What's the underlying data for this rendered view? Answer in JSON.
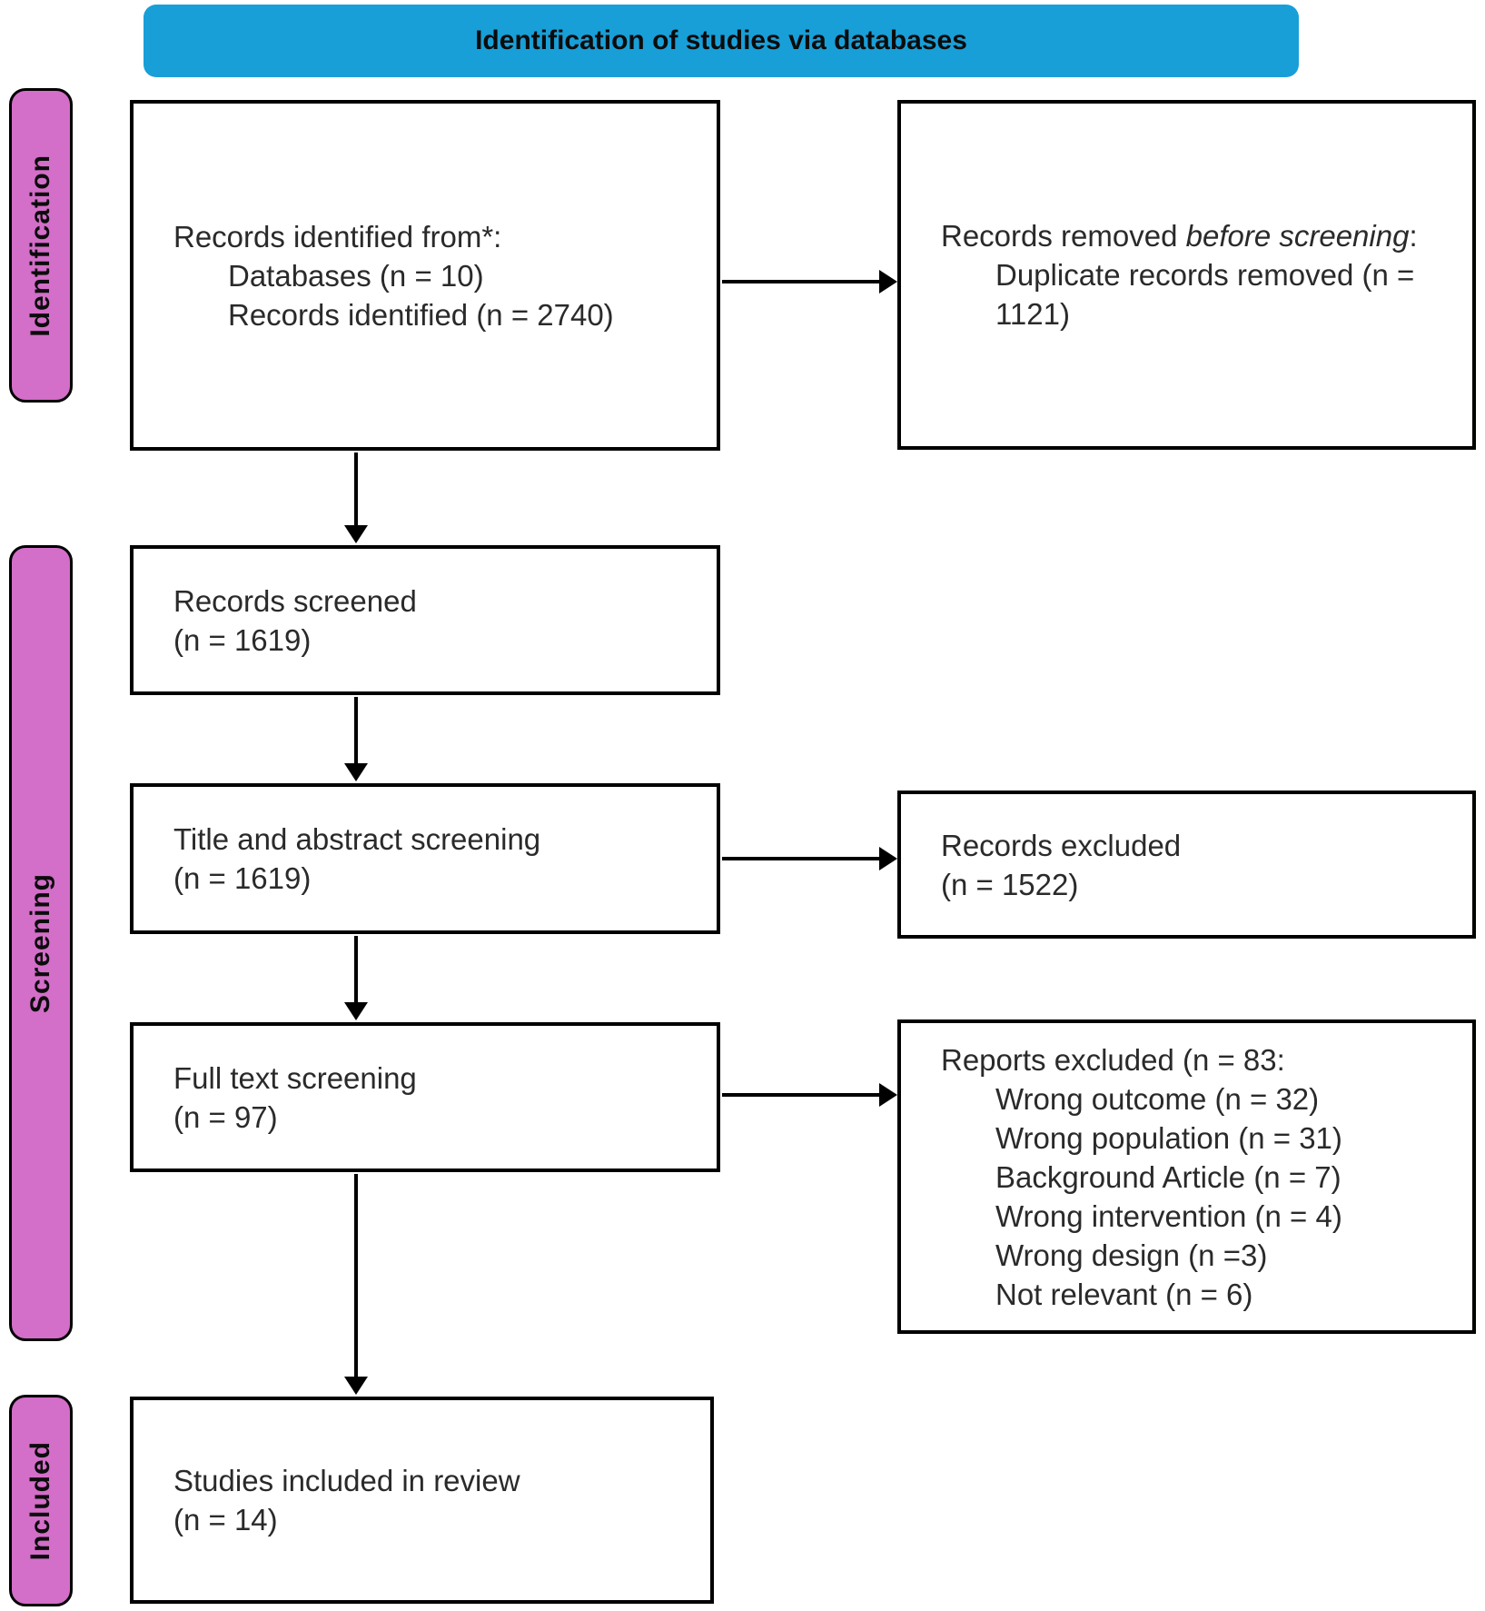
{
  "colors": {
    "banner_bg": "#189fd8",
    "stage_bg": "#d36ec9",
    "line_color": "#000000"
  },
  "banner": {
    "title": "Identification of studies via databases"
  },
  "sidebar": {
    "stages": [
      {
        "label": "Identification"
      },
      {
        "label": "Screening"
      },
      {
        "label": "Included"
      }
    ]
  },
  "flow": {
    "identified": {
      "title": "Records identified from*:",
      "items": [
        "Databases (n = 10)",
        "Records identified (n = 2740)"
      ]
    },
    "removed": {
      "prefix": "Records removed ",
      "italic": "before screening",
      "suffix": ":",
      "items": [
        "Duplicate records removed (n = 1121)"
      ]
    },
    "screened": {
      "line1": "Records screened",
      "line2": "(n = 1619)"
    },
    "title_abstract": {
      "line1": "Title and abstract screening",
      "line2": "(n = 1619)"
    },
    "records_excluded": {
      "line1": "Records excluded",
      "line2": "(n = 1522)"
    },
    "full_text": {
      "line1": "Full text screening",
      "line2": "(n = 97)"
    },
    "reports_excluded": {
      "title": "Reports excluded (n = 83:",
      "items": [
        "Wrong outcome (n = 32)",
        "Wrong population (n = 31)",
        "Background Article (n = 7)",
        "Wrong intervention (n = 4)",
        "Wrong design (n =3)",
        "Not relevant (n = 6)"
      ]
    },
    "included": {
      "line1": "Studies included in review",
      "line2": "(n = 14)"
    }
  }
}
